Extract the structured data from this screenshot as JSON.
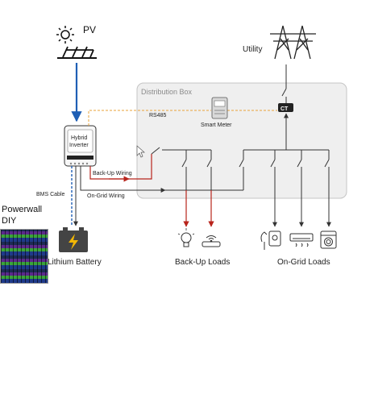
{
  "labels": {
    "pv": "PV",
    "utility": "Utility",
    "distribution_box": "Distribution Box",
    "rs485": "RS485",
    "smart_meter": "Smart Meter",
    "ct": "CT",
    "hybrid_inverter_line1": "Hybrid",
    "hybrid_inverter_line2": "Inverter",
    "backup_wiring": "Back-Up  Wiring",
    "ongrid_wiring": "On-Grid Wiring",
    "bms_cable": "BMS  Cable",
    "lithium_battery": "Lithium Battery",
    "backup_loads": "Back-Up Loads",
    "ongrid_loads": "On-Grid Loads",
    "powerwall_line1": "Powerwall",
    "powerwall_line2": "DIY"
  },
  "icons": {
    "pv": "sun-solar-panel-icon",
    "utility": "power-pylon-icon",
    "smart_meter": "meter-icon",
    "battery": "battery-bolt-icon",
    "bulb": "lightbulb-icon",
    "router": "wifi-router-icon",
    "water_heater": "water-heater-icon",
    "air_conditioner": "air-conditioner-icon",
    "washing_machine": "washing-machine-icon"
  },
  "colors": {
    "dc_pv": "#1f5fb5",
    "rs485": "#e8a33a",
    "backup": "#b8241c",
    "grid": "#333333",
    "box_fill": "#efefef",
    "box_stroke": "#c4c4c4"
  }
}
